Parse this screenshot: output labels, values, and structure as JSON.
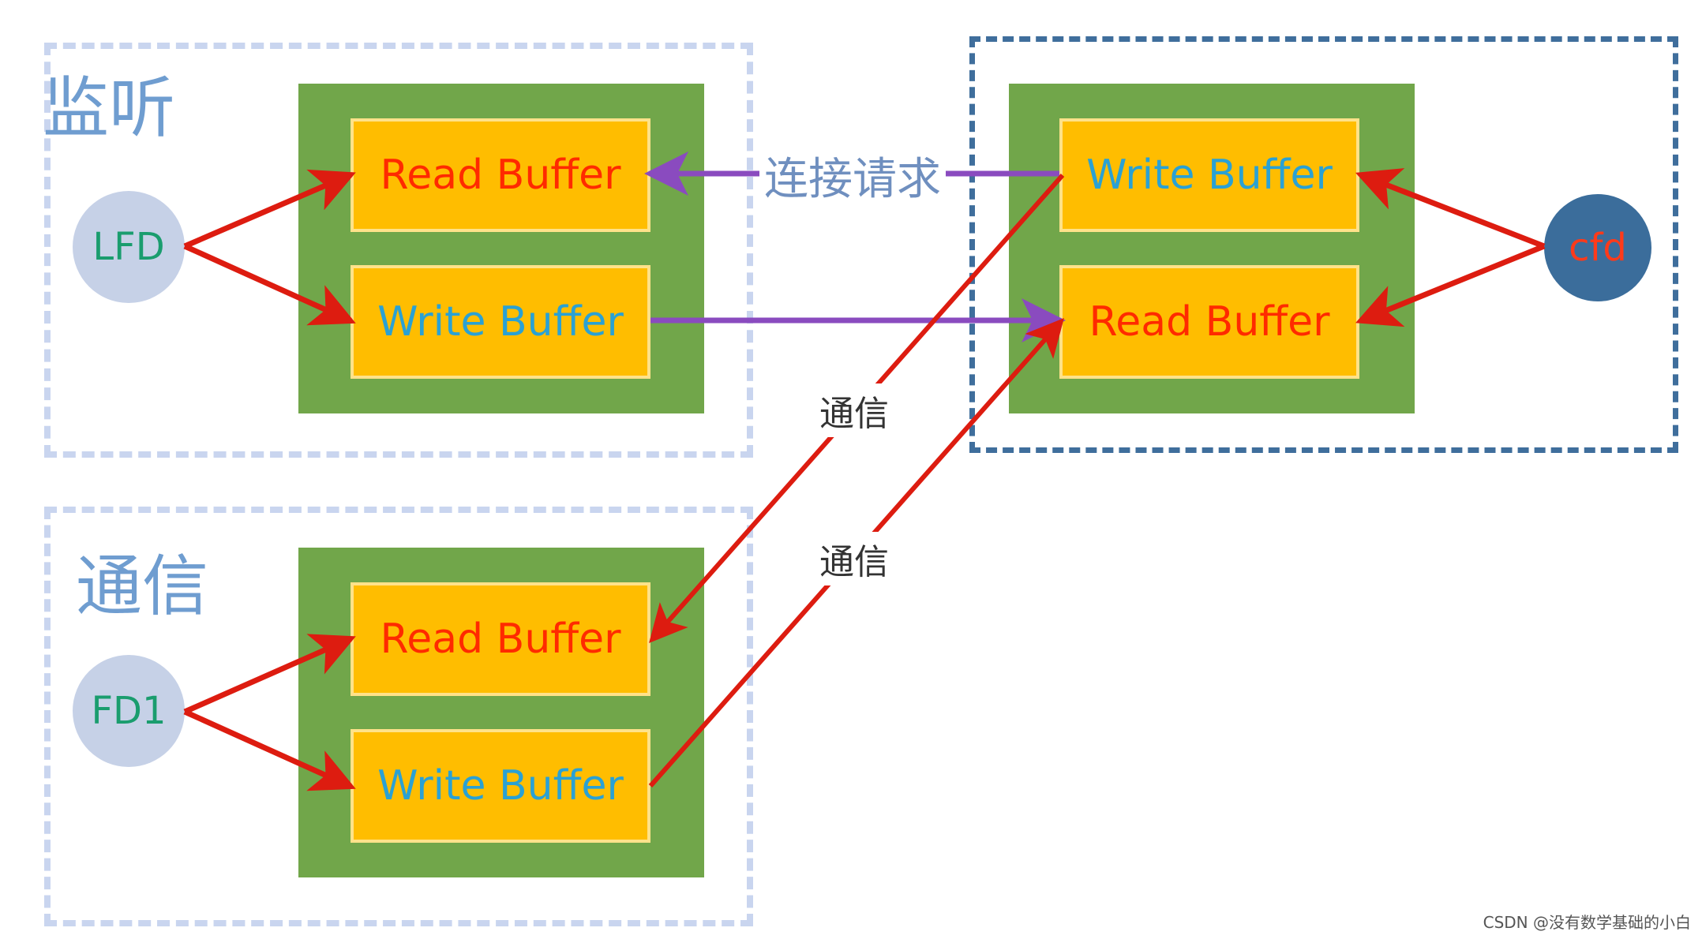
{
  "groups": {
    "listen": {
      "title": "监听"
    },
    "comm": {
      "title": "通信"
    }
  },
  "fds": {
    "lfd": "LFD",
    "fd1": "FD1",
    "cfd": "cfd"
  },
  "buffers": {
    "listen_read": "Read Buffer",
    "listen_write": "Write Buffer",
    "comm_read": "Read Buffer",
    "comm_write": "Write Buffer",
    "client_write": "Write Buffer",
    "client_read": "Read Buffer"
  },
  "labels": {
    "connect_request": "连接请求",
    "comm_1": "通信",
    "comm_2": "通信"
  },
  "watermark": "CSDN @没有数学基础的小白",
  "colors": {
    "red_arrow": "#dd1c10",
    "purple_arrow": "#8a4bbf",
    "green_panel": "#71a64a",
    "buffer_fill": "#ffbd00"
  }
}
